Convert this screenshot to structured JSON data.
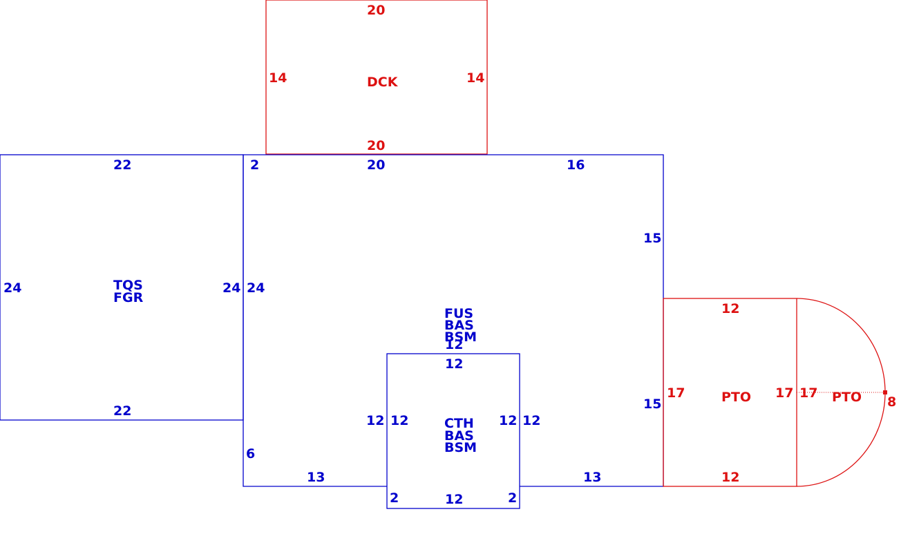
{
  "colors": {
    "living": "#0000cc",
    "exterior": "#dd1111"
  },
  "deck": {
    "label": "DCK",
    "dims": {
      "top": "20",
      "bottom": "20",
      "left": "14",
      "right": "14"
    }
  },
  "garage": {
    "labels": [
      "TQS",
      "FGR"
    ],
    "dims": {
      "top": "22",
      "bottom": "22",
      "left": "24",
      "right": "24"
    }
  },
  "main": {
    "labels": [
      "FUS",
      "BAS",
      "BSM"
    ],
    "dims": {
      "top_left": "2",
      "top_mid": "20",
      "top_right": "16",
      "right_upper": "15",
      "right_lower": "15",
      "left": "24",
      "left_lower": "6",
      "bottom_left": "13",
      "bottom_right": "13",
      "notch_top": "12"
    }
  },
  "bump": {
    "labels": [
      "CTH",
      "BAS",
      "BSM"
    ],
    "dims": {
      "top": "12",
      "bottom": "12",
      "left_outer": "12",
      "left_inner": "12",
      "right_inner": "12",
      "right_outer": "12",
      "bottom_left": "2",
      "bottom_right": "2"
    }
  },
  "patio_rect": {
    "label": "PTO",
    "dims": {
      "top": "12",
      "bottom": "12",
      "left": "17",
      "right": "17"
    }
  },
  "patio_arc": {
    "label": "PTO",
    "dims": {
      "chord": "17",
      "radius": "8"
    }
  }
}
